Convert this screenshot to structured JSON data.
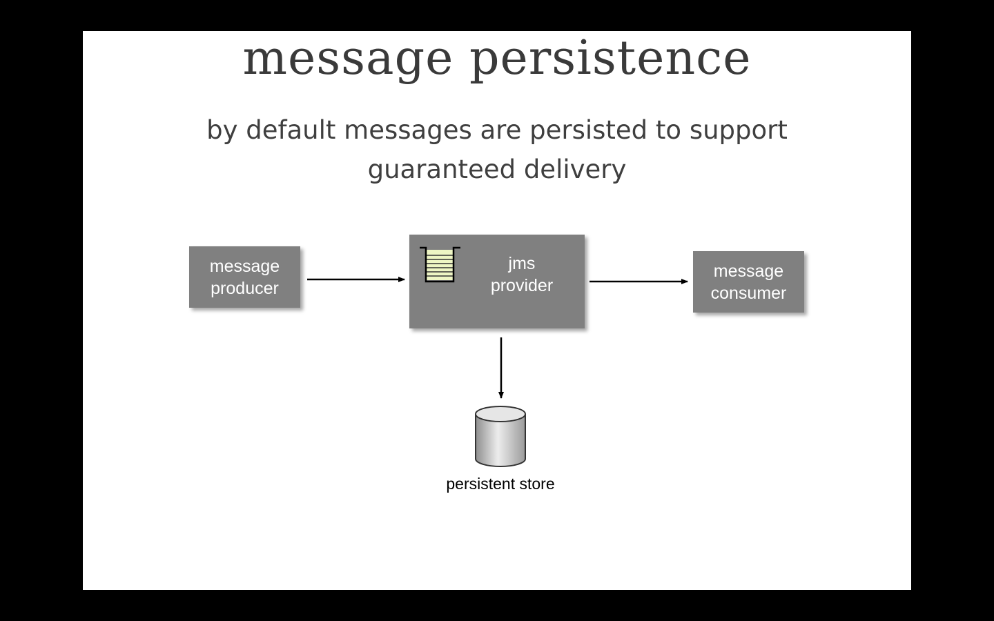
{
  "slide": {
    "title": "message persistence",
    "subtitle_lines": [
      "by default messages are persisted to support",
      "guaranteed delivery"
    ]
  },
  "diagram": {
    "producer": {
      "lines": [
        "message",
        "producer"
      ]
    },
    "provider": {
      "lines": [
        "jms",
        "provider"
      ],
      "icon": "queue-icon"
    },
    "consumer": {
      "lines": [
        "message",
        "consumer"
      ]
    },
    "store": {
      "label": "persistent store",
      "icon": "database-cylinder-icon"
    }
  },
  "colors": {
    "background": "#000000",
    "slide": "#ffffff",
    "box_fill": "#808080",
    "box_text": "#ffffff",
    "queue_fill": "#eef5c4",
    "arrow": "#000000"
  }
}
